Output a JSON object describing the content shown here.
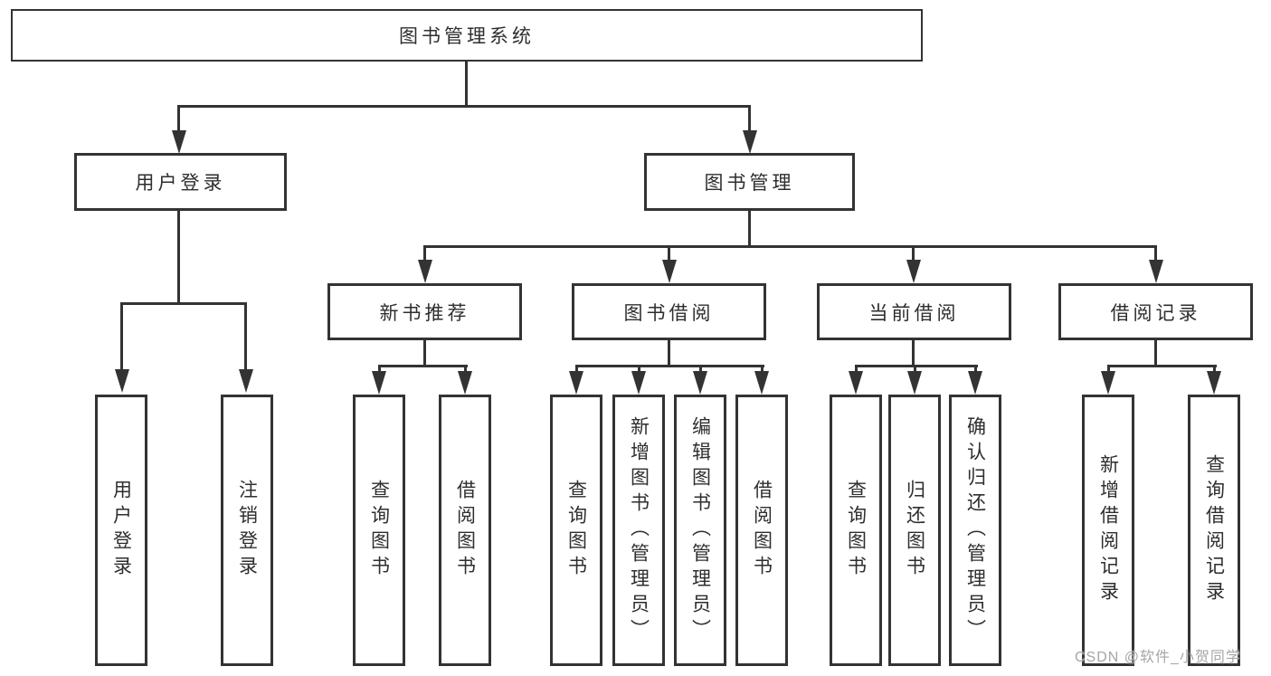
{
  "root": {
    "label": "图书管理系统"
  },
  "level2": [
    {
      "label": "用户登录"
    },
    {
      "label": "图书管理"
    }
  ],
  "level3": [
    {
      "label": "新书推荐"
    },
    {
      "label": "图书借阅"
    },
    {
      "label": "当前借阅"
    },
    {
      "label": "借阅记录"
    }
  ],
  "leaves": {
    "login": [
      "用户登录",
      "注销登录"
    ],
    "newbook": [
      "查询图书",
      "借阅图书"
    ],
    "borrow": [
      "查询图书",
      "新增图书（管理员）",
      "编辑图书（管理员）",
      "借阅图书"
    ],
    "current": [
      "查询图书",
      "归还图书",
      "确认归还（管理员）"
    ],
    "record": [
      "新增借阅记录",
      "查询借阅记录"
    ]
  },
  "watermark": "CSDN @软件_小贺同学",
  "colors": {
    "line": "#333333",
    "text": "#2e2e2e",
    "background": "#ffffff",
    "watermark": "#a6a6a6"
  }
}
